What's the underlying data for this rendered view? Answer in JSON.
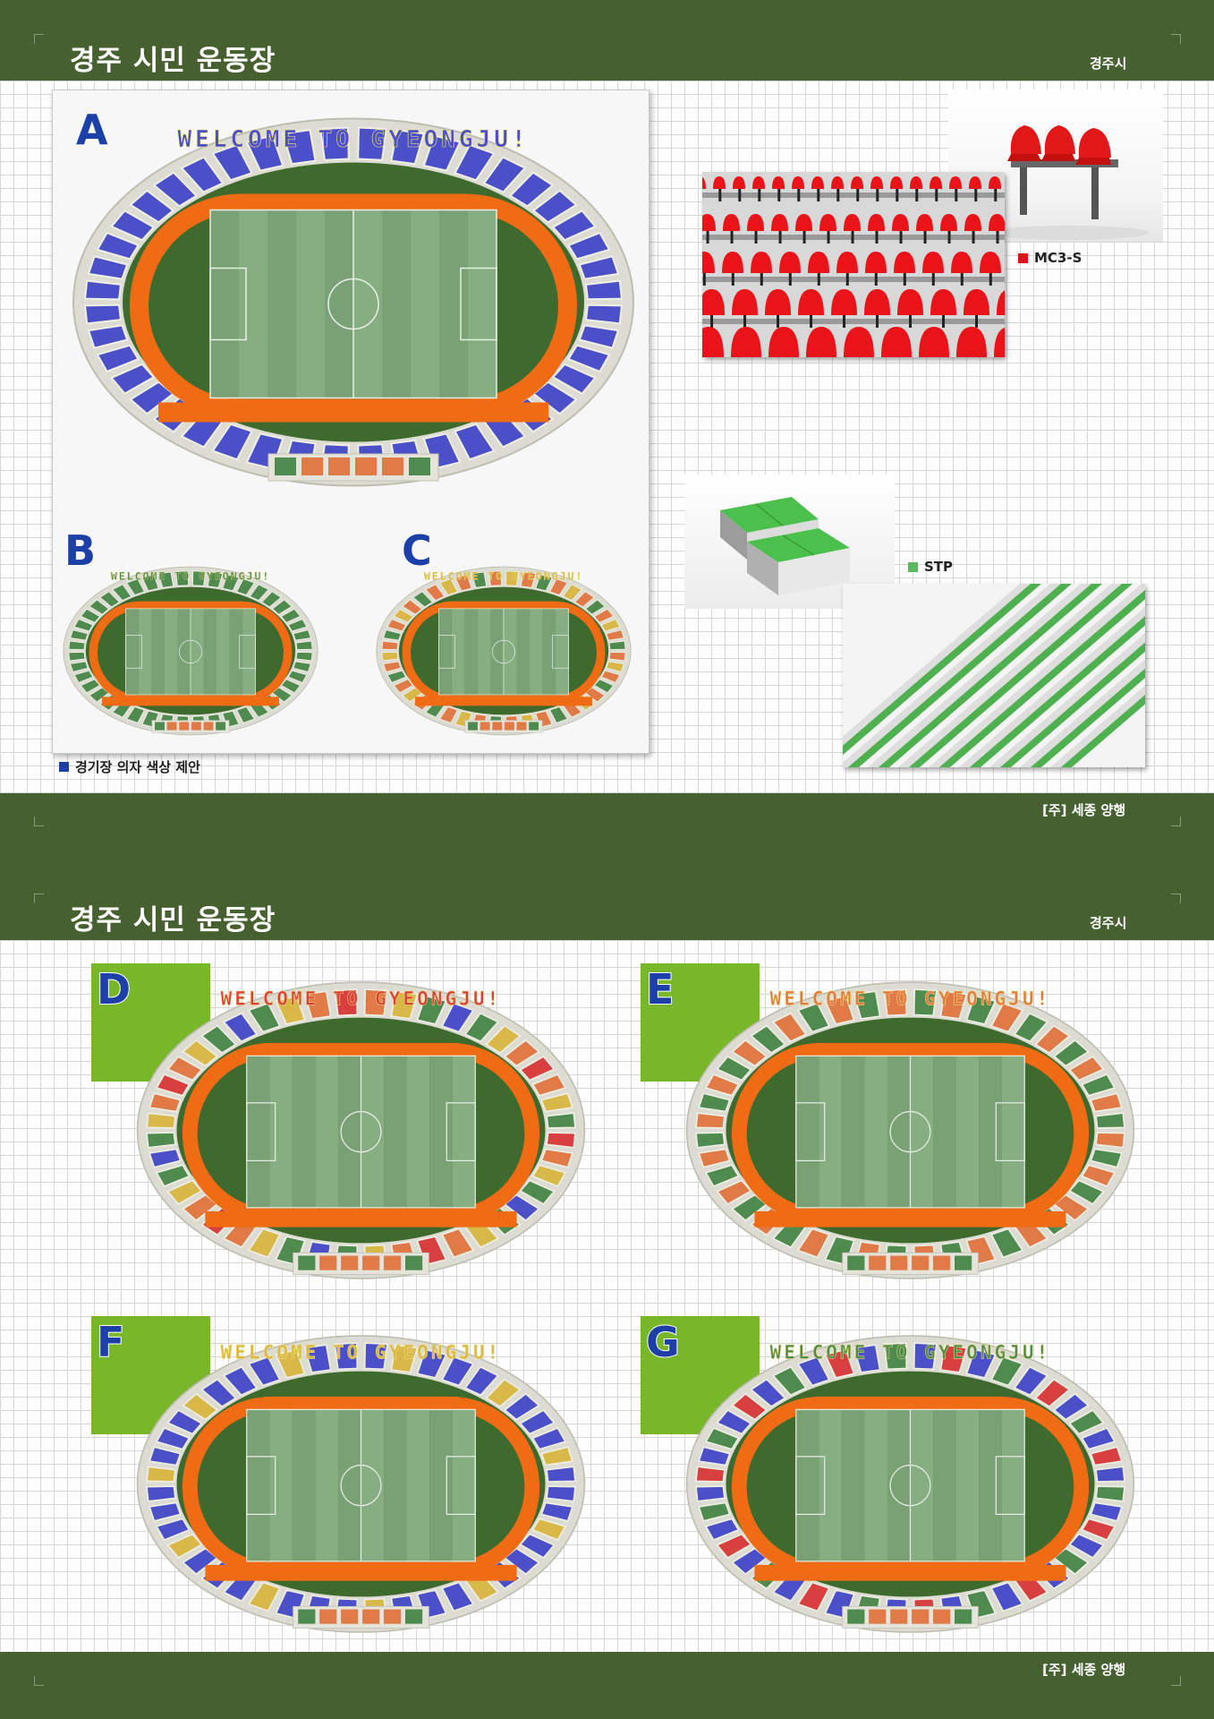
{
  "page1": {
    "header": {
      "title": "경주 시민 운동장",
      "client": "경주시"
    },
    "footer": {
      "company": "[주] 세종 양행"
    },
    "proposal_caption": "경기장 의자 색상 제안",
    "panel_letters": {
      "a": "A",
      "b": "B",
      "c": "C"
    },
    "seat_types": [
      {
        "code": "MC3-S",
        "color": "#d8141c"
      },
      {
        "code": "STP",
        "color": "#5cb85c"
      }
    ]
  },
  "page2": {
    "header": {
      "title": "경주 시민 운동장",
      "client": "경주시"
    },
    "footer": {
      "company": "[주] 세종 양행"
    },
    "panel_letters": {
      "d": "D",
      "e": "E",
      "f": "F",
      "g": "G"
    }
  },
  "banner_text": "WELCOME TO GYEONGJU!",
  "colors": {
    "band": "#46602f",
    "letter_blue": "#1c3fa8",
    "track_orange": "#f06c14",
    "field_green": "#7fa87a",
    "grass_dark": "#3f6a2e",
    "seat_blue": "#4b4fc8",
    "seat_green": "#4f8a4f",
    "seat_orange": "#e07a46",
    "seat_yellow": "#d9b84a",
    "seat_red": "#d84040",
    "letter_box_green": "#78b62a"
  }
}
